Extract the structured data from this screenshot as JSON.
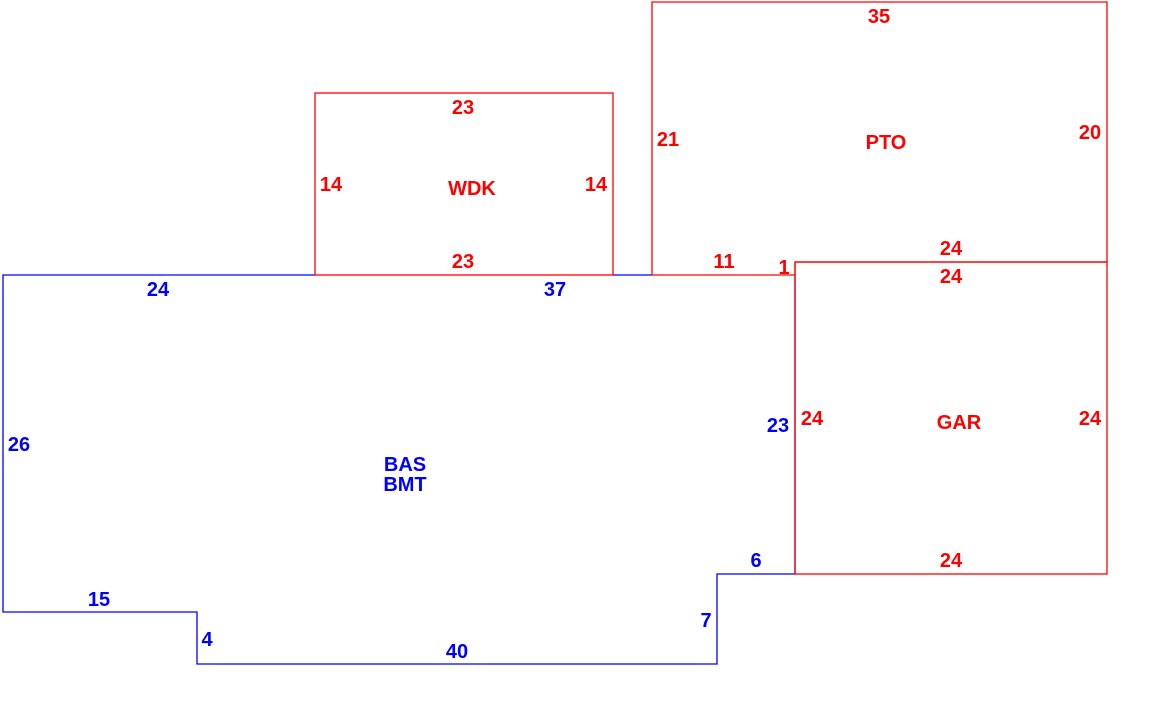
{
  "colors": {
    "main_area": "#0000ff",
    "additions": "#ff0000"
  },
  "areas": {
    "bas": {
      "label1": "BAS",
      "label2": "BMT",
      "dims": [
        "24",
        "37",
        "23",
        "6",
        "7",
        "40",
        "4",
        "15",
        "26"
      ]
    },
    "wdk": {
      "label": "WDK",
      "dims": [
        "23",
        "14",
        "14",
        "23"
      ]
    },
    "pto": {
      "label": "PTO",
      "dims": [
        "35",
        "21",
        "20",
        "24",
        "11",
        "1"
      ]
    },
    "gar": {
      "label": "GAR",
      "dims": [
        "24",
        "24",
        "24",
        "24"
      ]
    }
  }
}
